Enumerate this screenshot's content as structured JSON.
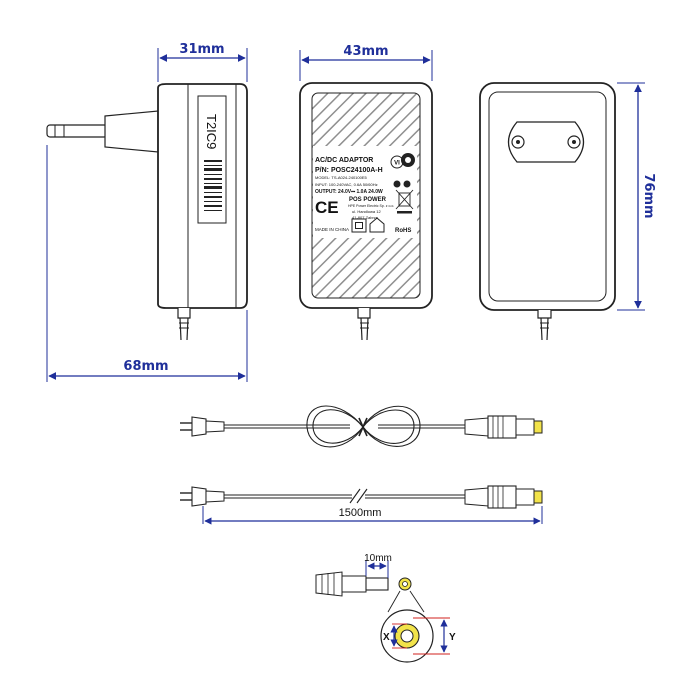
{
  "dimensions": {
    "side_depth": "31mm",
    "front_width": "43mm",
    "height": "76mm",
    "total_depth": "68mm",
    "cable_length": "1500mm",
    "tip_length": "10mm",
    "inner_label": "X",
    "outer_label": "Y"
  },
  "side_sticker": {
    "code": "T2IC9"
  },
  "label": {
    "title": "AC/DC ADAPTOR",
    "pn": "P/N: POSC24100A-H",
    "model": "MODEL: TS-A024-240100E5",
    "input": "INPUT: 100-240VAC, 0.6A 50/60Hz",
    "output": "OUTPUT: 24.0V⎓ 1.0A 24.0W",
    "brand": "POS POWER",
    "company": "HPE Power Electric Sp. z o.o.",
    "street": "ul. Handlowa 12",
    "city": "41-807 Zabrze",
    "made": "MADE IN CHINA",
    "ce": "CE",
    "rohs": "RoHS",
    "level": "VI"
  },
  "colors": {
    "dimension": "#1f2f9a",
    "outline": "#222222",
    "tip": "#f2e34a"
  }
}
